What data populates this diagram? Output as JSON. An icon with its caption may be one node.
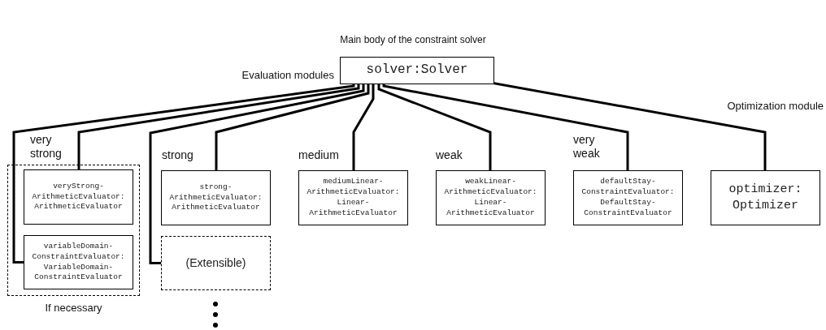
{
  "diagram": {
    "title": "Main body of the constraint solver",
    "nodes": [
      {
        "text": [
          "solver:Solver"
        ]
      },
      {
        "text": [
          "If necessary"
        ]
      },
      {
        "text": [
          "veryStrong- ArithmeticEvaluator: ArithmeticEvaluator"
        ],
        "in": 1
      },
      {
        "text": [
          "variableDomain- ConstraintEvaluator: VariableDomain- ConstraintEvaluator"
        ],
        "in": 1
      },
      {
        "text": [
          "strong- ArithmeticEvaluator: ArithmeticEvaluator"
        ]
      },
      {
        "text": [
          "(Extensible)"
        ]
      },
      {
        "text": [
          "mediumLinear- ArithmeticEvaluator: Linear- ArithmeticEvaluator"
        ]
      },
      {
        "text": [
          "weakLinear- ArithmeticEvaluator: Linear- ArithmeticEvaluator"
        ]
      },
      {
        "text": [
          "defaultStay- ConstraintEvaluator: DefaultStay- ConstraintEvaluator"
        ]
      },
      {
        "text": [
          "optimizer: Optimizer"
        ]
      }
    ],
    "edges": [
      {
        "from": 0,
        "to": 3,
        "arrow": "none"
      },
      {
        "from": 0,
        "to": 2,
        "arrow": "none"
      },
      {
        "from": 0,
        "to": 5,
        "arrow": "none"
      },
      {
        "from": 0,
        "to": 4,
        "arrow": "none"
      },
      {
        "from": 0,
        "to": 6,
        "arrow": "none"
      },
      {
        "from": 0,
        "to": 7,
        "arrow": "none"
      },
      {
        "from": 0,
        "to": 8,
        "arrow": "none"
      },
      {
        "from": 0,
        "to": 9,
        "arrow": "none"
      }
    ],
    "labels": [
      "Evaluation modules",
      "Optimization module",
      "very strong",
      "strong",
      "medium",
      "weak",
      "very weak"
    ]
  }
}
